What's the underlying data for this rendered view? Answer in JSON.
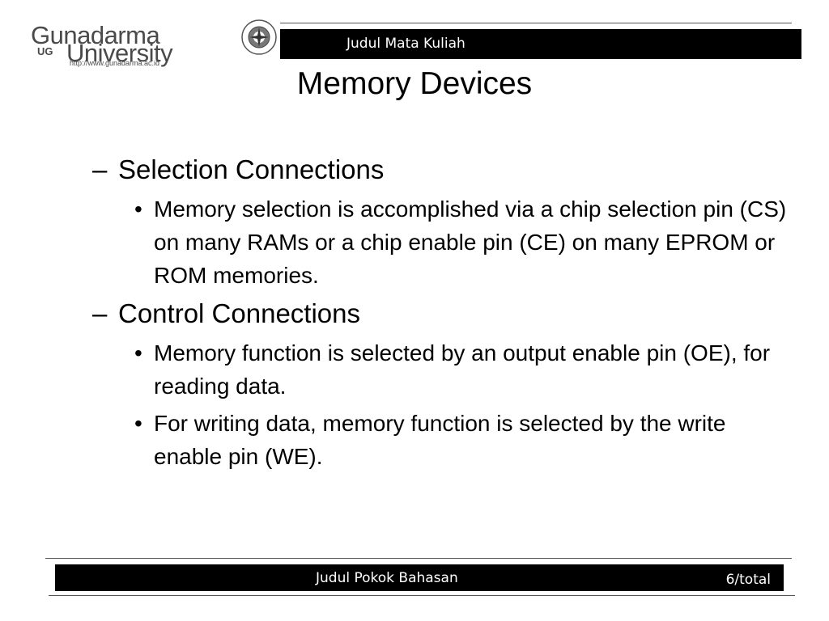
{
  "header": {
    "logo": {
      "word1": "Gunadarma",
      "ug": "UG",
      "word2": "University",
      "url": "http://www.gunadarma.ac.id"
    },
    "course_title": "Judul Mata Kuliah"
  },
  "slide": {
    "title": "Memory Devices",
    "sections": [
      {
        "dash": "–",
        "heading": "Selection Connections",
        "bullets": [
          "Memory selection is accomplished via a chip selection pin (CS) on many RAMs or a chip enable pin (CE) on many EPROM or ROM memories."
        ]
      },
      {
        "dash": "–",
        "heading": "Control Connections",
        "bullets": [
          "Memory function is selected by an output enable pin (OE), for reading data.",
          "For writing data, memory function is selected by the write enable pin (WE)."
        ]
      }
    ],
    "bullet_char": "•"
  },
  "footer": {
    "topic": "Judul Pokok Bahasan",
    "page": "6/total"
  }
}
